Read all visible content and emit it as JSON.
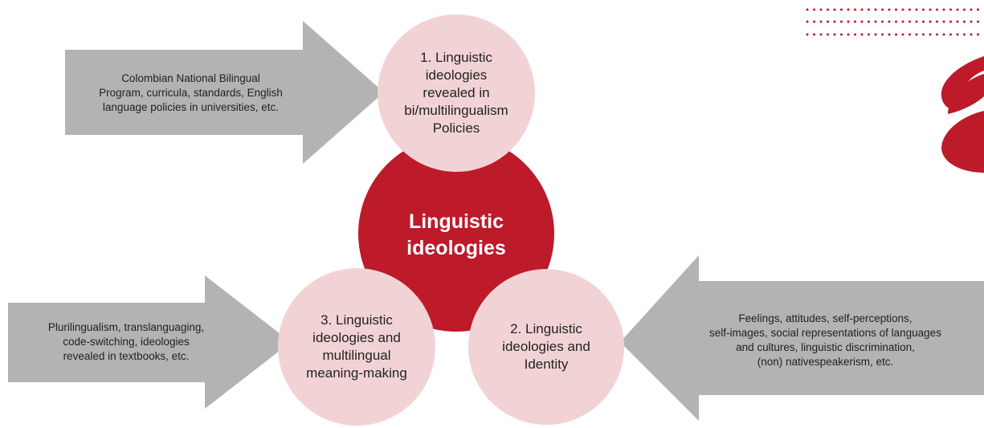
{
  "colors": {
    "accent": "#bd1a2a",
    "light_circle": "#f2d3d5",
    "arrow": "#b3b3b3",
    "text": "#222222",
    "center_text": "#ffffff"
  },
  "center": {
    "label": "Linguistic\nideologies"
  },
  "circles": [
    {
      "label": "1. Linguistic\nideologies\nrevealed in\nbi/multilingualism\nPolicies"
    },
    {
      "label": "2. Linguistic\nideologies and\nIdentity"
    },
    {
      "label": "3. Linguistic\nideologies and\nmultilingual\nmeaning-making"
    }
  ],
  "arrows": [
    {
      "label": "Colombian National Bilingual\nProgram, curricula, standards, English\nlanguage policies in universities, etc."
    },
    {
      "label": "Feelings, attitudes, self-perceptions,\nself-images, social representations of languages\nand cultures, linguistic discrimination,\n(non) nativespeakerism, etc."
    },
    {
      "label": "Plurilingualism, translanguaging,\ncode-switching, ideologies\nrevealed in textbooks, etc."
    }
  ]
}
